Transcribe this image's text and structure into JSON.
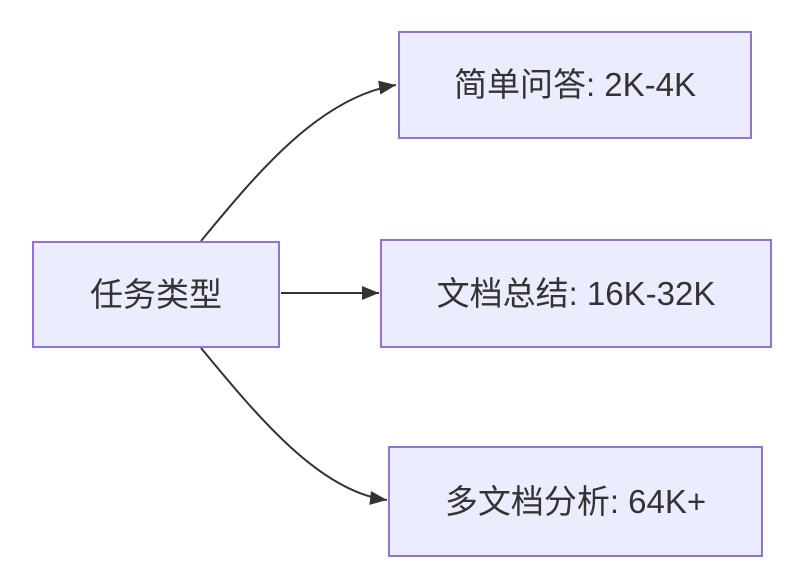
{
  "diagram": {
    "type": "flowchart",
    "direction": "left-to-right",
    "background": "#FFFFFF",
    "colors": {
      "node_fill": "#ECECFF",
      "node_border": "#9370DB",
      "edge_line": "#333333",
      "text": "#333333"
    },
    "root": {
      "label": "任务类型"
    },
    "branches": [
      {
        "label": "简单问答: 2K-4K"
      },
      {
        "label": "文档总结: 16K-32K"
      },
      {
        "label": "多文档分析: 64K+"
      }
    ],
    "edges": [
      {
        "from": "任务类型",
        "to": "简单问答: 2K-4K",
        "arrow": "filled-triangle"
      },
      {
        "from": "任务类型",
        "to": "文档总结: 16K-32K",
        "arrow": "filled-triangle"
      },
      {
        "from": "任务类型",
        "to": "多文档分析: 64K+",
        "arrow": "filled-triangle"
      }
    ]
  }
}
